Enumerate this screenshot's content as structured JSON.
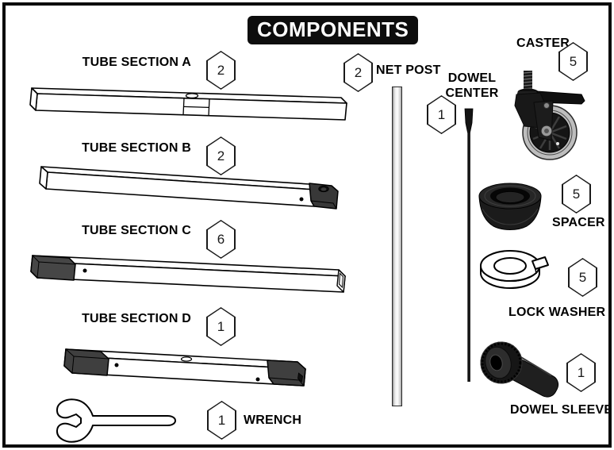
{
  "title": "COMPONENTS",
  "parts": {
    "tube_a": {
      "label": "TUBE SECTION A",
      "qty": "2"
    },
    "tube_b": {
      "label": "TUBE SECTION B",
      "qty": "2"
    },
    "tube_c": {
      "label": "TUBE SECTION C",
      "qty": "6"
    },
    "tube_d": {
      "label": "TUBE SECTION D",
      "qty": "1"
    },
    "wrench": {
      "label": "WRENCH",
      "qty": "1"
    },
    "net_post": {
      "label": "NET POST",
      "qty": "2"
    },
    "dowel_center": {
      "label": "DOWEL CENTER",
      "qty": "1"
    },
    "caster": {
      "label": "CASTER",
      "qty": "5"
    },
    "spacer": {
      "label": "SPACER",
      "qty": "5"
    },
    "lock_washer": {
      "label": "LOCK WASHER",
      "qty": "5"
    },
    "dowel_sleeve": {
      "label": "DOWEL SLEEVE",
      "qty": "1"
    }
  },
  "colors": {
    "ink": "#000000",
    "background": "#ffffff",
    "title_bg": "#0d0d0d",
    "title_text": "#ffffff",
    "dark_part": "#3f3f3f",
    "tire_gray": "#bdbdbd",
    "post_gray": "#cfcfcf"
  }
}
